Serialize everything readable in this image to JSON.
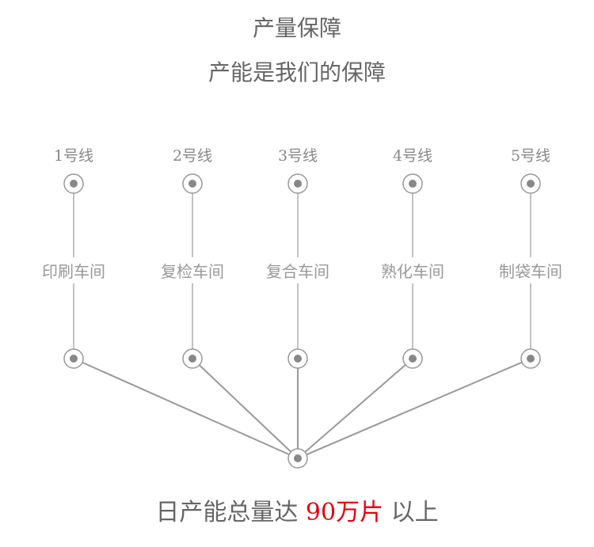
{
  "title": "产量保障",
  "subtitle": "产能是我们的保障",
  "lines": [
    {
      "line_label": "1号线",
      "workshop": "印刷车间"
    },
    {
      "line_label": "2号线",
      "workshop": "复检车间"
    },
    {
      "line_label": "3号线",
      "workshop": "复合车间"
    },
    {
      "line_label": "4号线",
      "workshop": "熟化车间"
    },
    {
      "line_label": "5号线",
      "workshop": "制袋车间"
    }
  ],
  "footer": {
    "prefix": "日产能总量达 ",
    "highlight": "90万片",
    "suffix": " 以上"
  },
  "colors": {
    "node_ring": "#999999",
    "node_dot": "#888888",
    "connector": "#999999",
    "highlight": "#e60012"
  }
}
